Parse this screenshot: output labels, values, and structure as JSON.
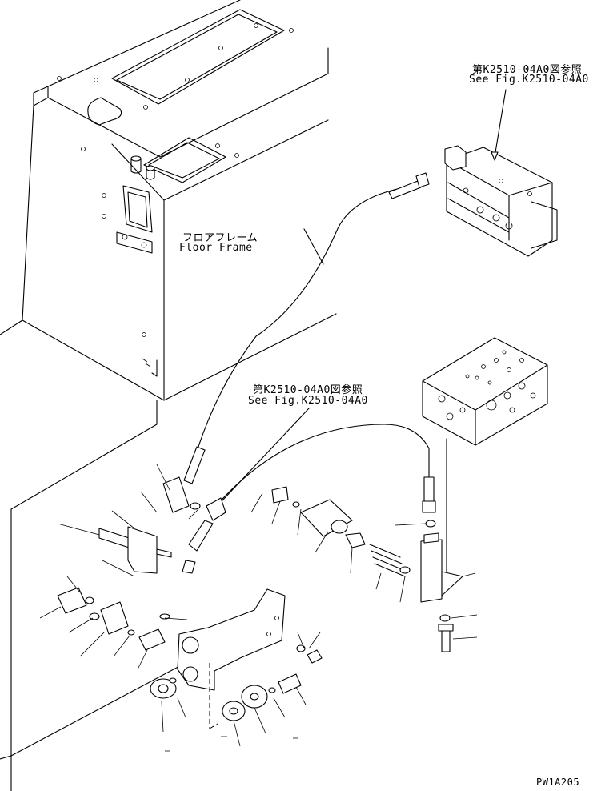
{
  "labels": {
    "ref_top_jp": "第K2510-04A0図参照",
    "ref_top_en": "See Fig.K2510-04A0",
    "floor_frame_jp": "フロアフレーム",
    "floor_frame_en": "Floor Frame",
    "ref_mid_jp": "第K2510-04A0図参照",
    "ref_mid_en": "See Fig.K2510-04A0",
    "drawing_code": "PW1A205"
  }
}
